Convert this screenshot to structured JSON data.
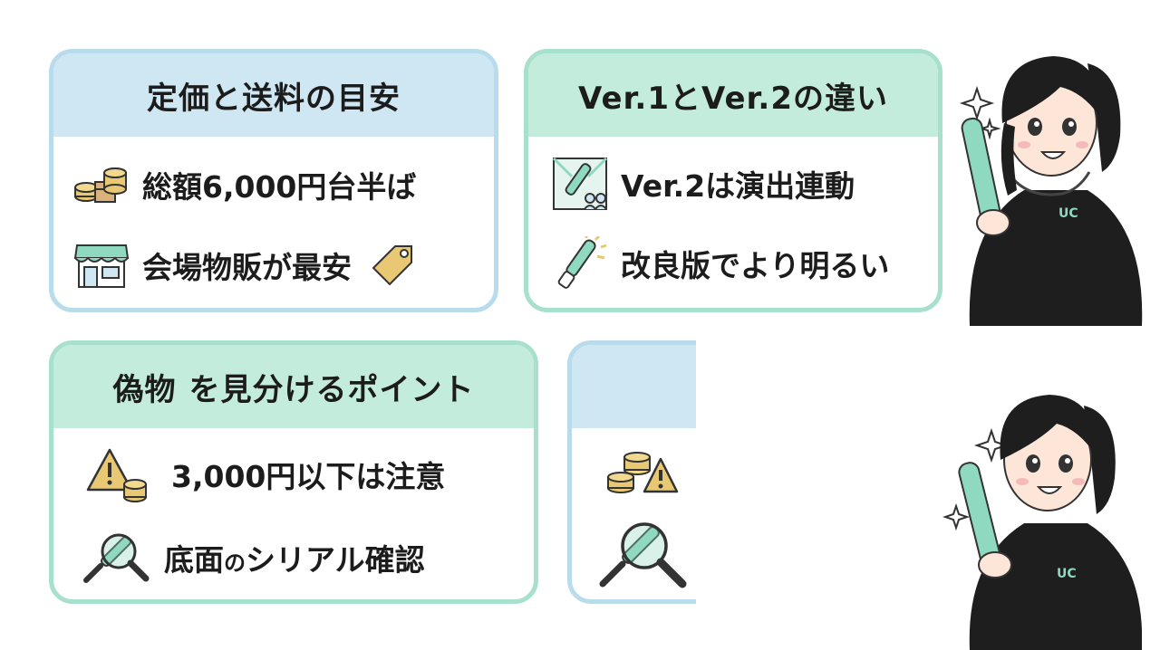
{
  "cards": {
    "price": {
      "title": "定価と送料の目安",
      "items": [
        {
          "text": "総額6,000円台半ば",
          "icon": "coins-box-icon"
        },
        {
          "text": "会場物販が最安",
          "icon": "shop-icon",
          "trailing_icon": "price-tag-icon"
        }
      ]
    },
    "version": {
      "title": "Ver.1とVer.2の違い",
      "items": [
        {
          "text": "Ver.2は演出連動",
          "icon": "stage-penlight-icon"
        },
        {
          "text": "改良版でより明るい",
          "icon": "glowing-penlight-icon"
        }
      ]
    },
    "fake": {
      "title_part1": "偽物",
      "title_part2": "を見分けるポイント",
      "items": [
        {
          "text": "3,000円以下は注意",
          "icon": "warning-coins-icon"
        },
        {
          "text_part1": "底面",
          "text_part2": "の",
          "text_part3": "シリアル確認",
          "icon": "magnifier-penlight-icon"
        }
      ]
    }
  },
  "colors": {
    "blue_border": "#b9dcec",
    "blue_header": "#cfe7f3",
    "green_border": "#a7e0cc",
    "green_header": "#c4ecdd",
    "mint": "#8fd9c1",
    "gold": "#e8c873"
  },
  "character": {
    "hoodie_logo": "UC"
  }
}
